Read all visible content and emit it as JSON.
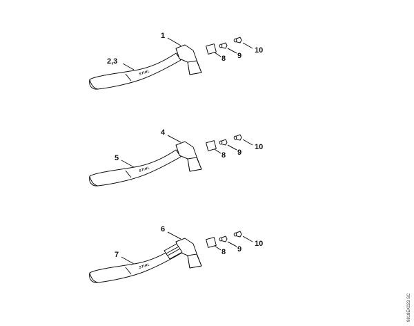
{
  "diagram": {
    "type": "exploded parts illustration",
    "subject": "STIHL axes",
    "brand_text": "STIHL",
    "drawing_code": "9818EK023 SC",
    "assemblies": [
      {
        "name": "axe-1",
        "head_label": "1",
        "handle_label": "2,3",
        "has_collar": false,
        "parts": [
          {
            "label": "8",
            "shape": "square"
          },
          {
            "label": "9",
            "shape": "wedge"
          },
          {
            "label": "10",
            "shape": "wedge"
          }
        ]
      },
      {
        "name": "axe-2",
        "head_label": "4",
        "handle_label": "5",
        "has_collar": false,
        "parts": [
          {
            "label": "8",
            "shape": "square"
          },
          {
            "label": "9",
            "shape": "wedge"
          },
          {
            "label": "10",
            "shape": "wedge"
          }
        ]
      },
      {
        "name": "axe-3",
        "head_label": "6",
        "handle_label": "7",
        "has_collar": true,
        "parts": [
          {
            "label": "8",
            "shape": "square"
          },
          {
            "label": "9",
            "shape": "wedge"
          },
          {
            "label": "10",
            "shape": "wedge"
          }
        ]
      }
    ]
  }
}
